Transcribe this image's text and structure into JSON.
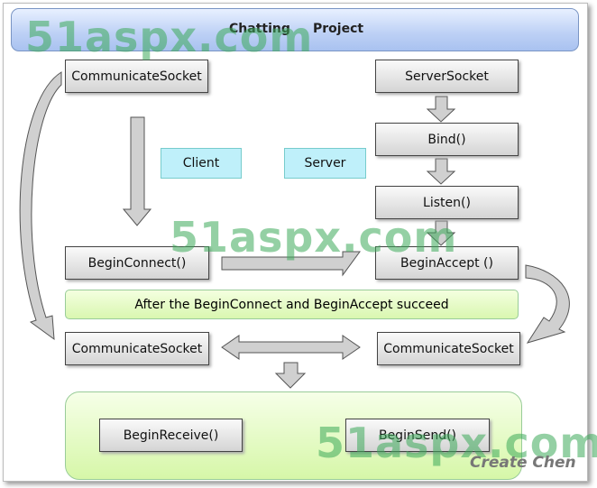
{
  "title": {
    "word1": "Chatting",
    "word2": "Project"
  },
  "client": {
    "socket": "CommunicateSocket",
    "label": "Client",
    "connect": "BeginConnect()",
    "comm": "CommunicateSocket"
  },
  "server": {
    "socket": "ServerSocket",
    "bind": "Bind()",
    "listen": "Listen()",
    "label": "Server",
    "accept": "BeginAccept ()",
    "comm": "CommunicateSocket"
  },
  "success_note": "After the BeginConnect and BeginAccept succeed",
  "io": {
    "receive": "BeginReceive()",
    "send": "BeginSend()"
  },
  "watermark": "51aspx.com",
  "author": "Create Chen",
  "colors": {
    "title_bg": "#bcd0f5",
    "box_bg": "#d4d4d4",
    "label_bg": "#bff0fa",
    "note_bg": "#d9f7b0",
    "watermark": "#3caa5a"
  }
}
